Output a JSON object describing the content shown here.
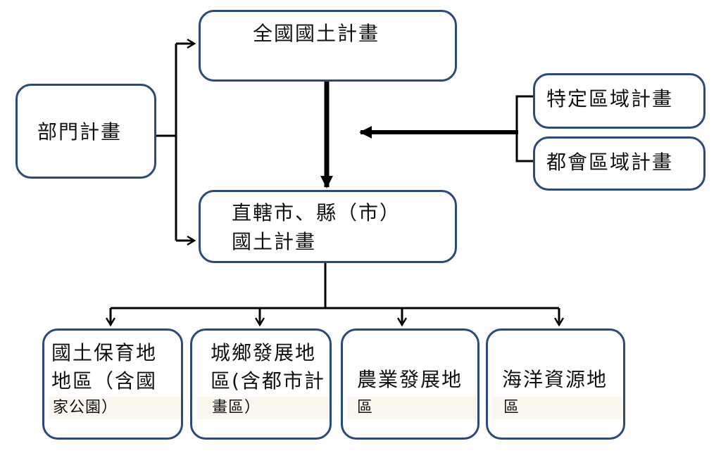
{
  "nodes": {
    "national_plan": {
      "label": "全國國土計畫"
    },
    "sector_plan": {
      "label": "部門計畫"
    },
    "specific_region_plan": {
      "label": "特定區域計畫"
    },
    "metro_region_plan": {
      "label": "都會區域計畫"
    },
    "municipal_plan": {
      "line1": "直轄市、縣（市）",
      "line2": "國土計畫"
    },
    "conservation_area": {
      "line1": "國土保育地",
      "line2": "地區（含國",
      "line3": "家公園）"
    },
    "urban_rural_area": {
      "line1": "城鄉發展地",
      "line2": "區(含都市計",
      "line3": "畫區）"
    },
    "agricultural_area": {
      "line1": "農業發展地",
      "line2": "區"
    },
    "marine_resource_area": {
      "line1": "海洋資源地",
      "line2": "區"
    }
  },
  "colors": {
    "box_border": "#2a4a7a",
    "connector": "#000000",
    "text": "#111111",
    "highlight_band": "#fbf7ee"
  }
}
